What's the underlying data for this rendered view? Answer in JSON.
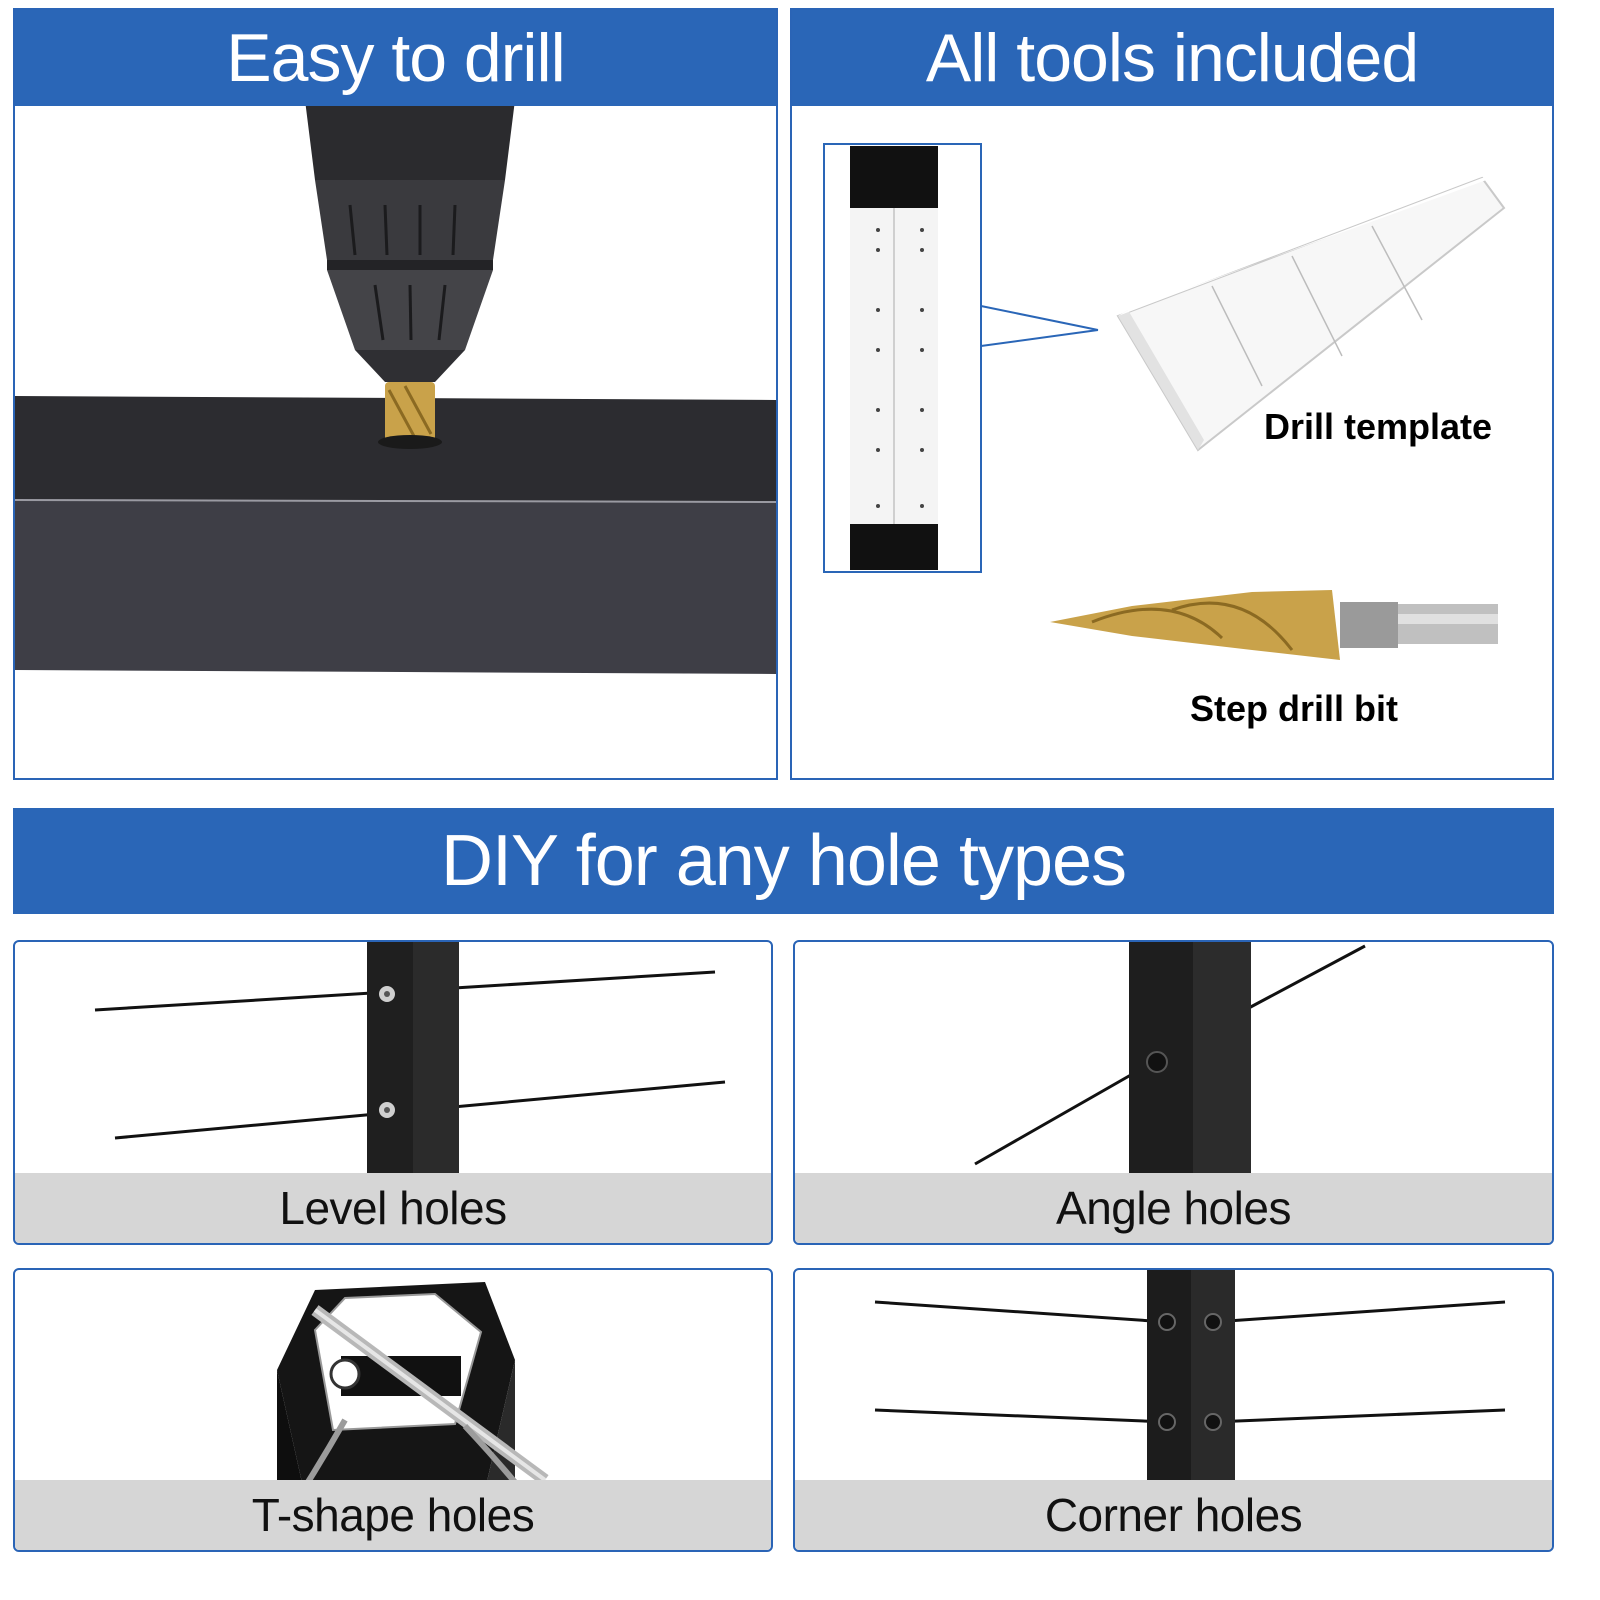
{
  "panels": {
    "easy_to_drill": {
      "title": "Easy to drill"
    },
    "tools_included": {
      "title": "All tools included",
      "drill_template_label": "Drill template",
      "step_drill_bit_label": "Step drill bit"
    }
  },
  "diy_banner": {
    "title": "DIY for any hole types"
  },
  "hole_types": [
    {
      "label": "Level holes"
    },
    {
      "label": "Angle holes"
    },
    {
      "label": "T-shape holes"
    },
    {
      "label": "Corner holes"
    }
  ],
  "colors": {
    "brand_blue": "#2a66b7",
    "caption_gray": "#d6d6d6",
    "post_black": "#1e1e1e",
    "gold": "#c9a24a"
  }
}
